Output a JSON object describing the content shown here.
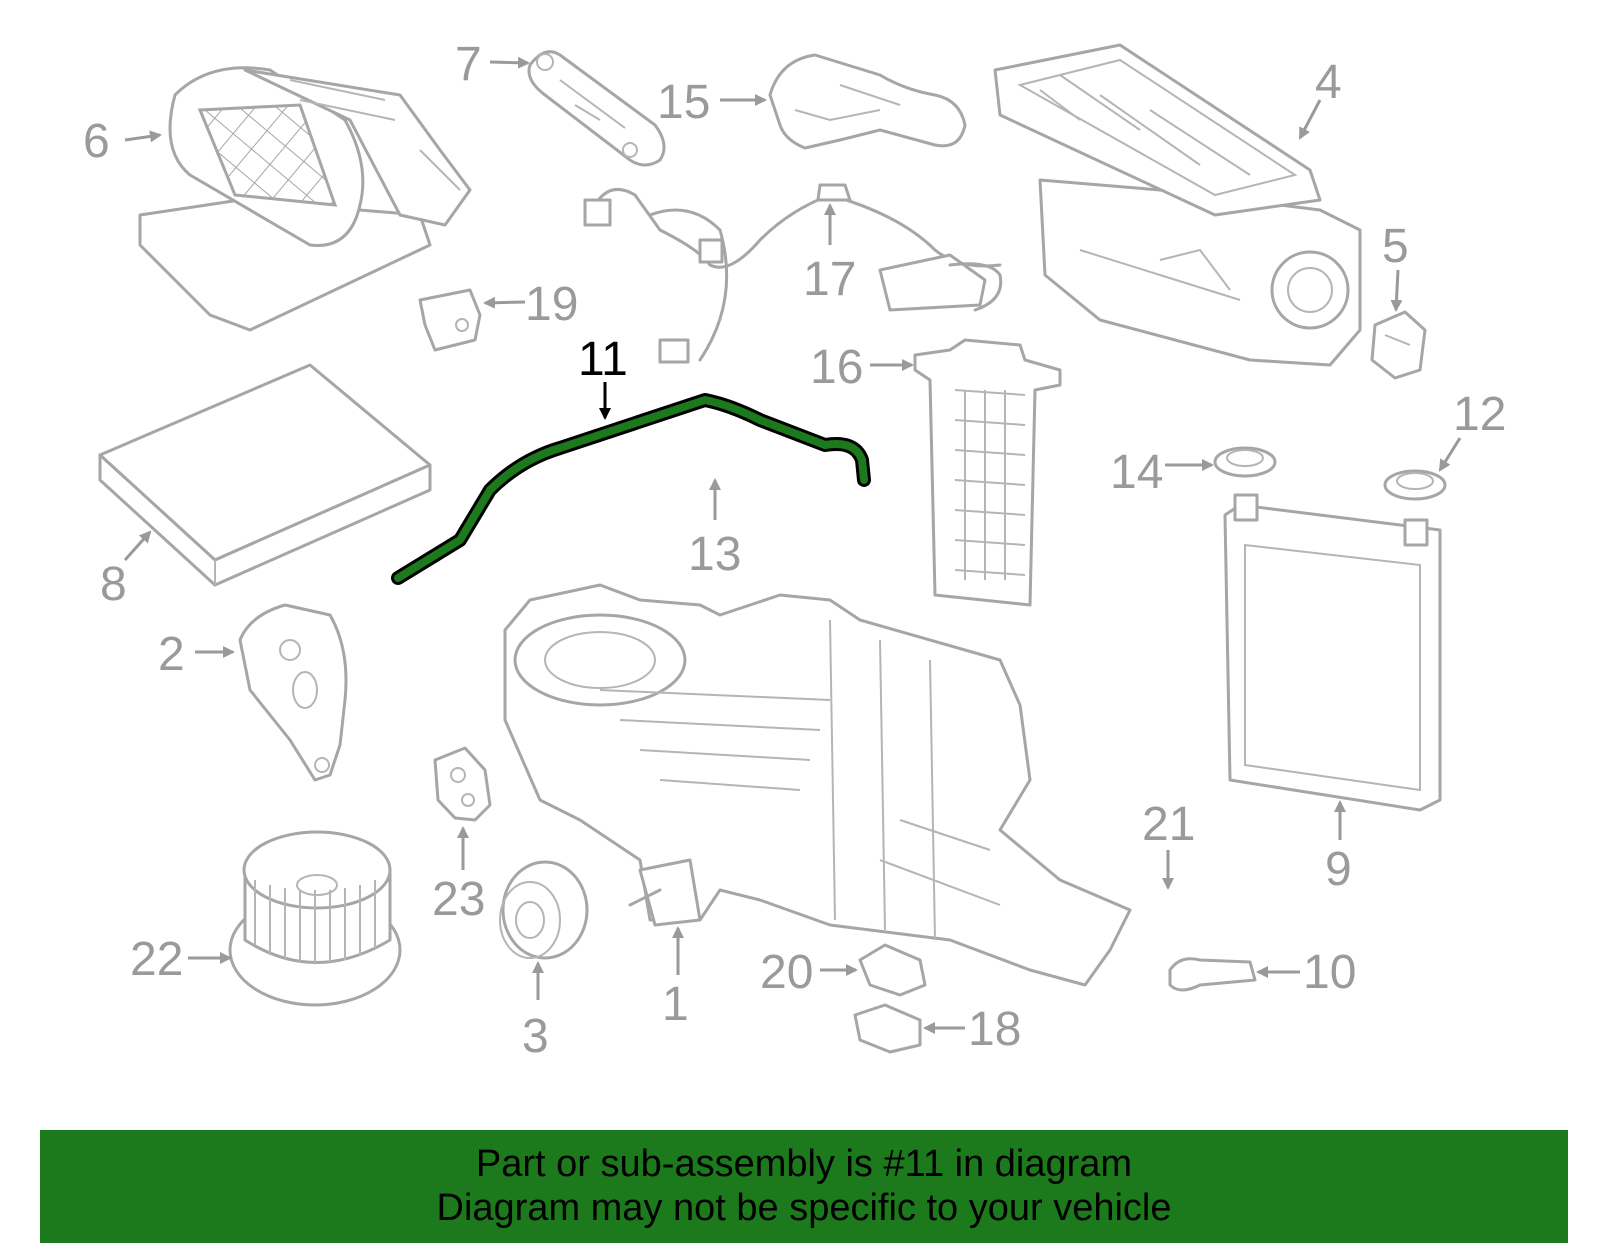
{
  "diagram": {
    "highlight_color": "#1c7a1c",
    "part_color": "#a6a6a6",
    "highlighted_callout": "11",
    "callouts": [
      "1",
      "2",
      "3",
      "4",
      "5",
      "6",
      "7",
      "8",
      "9",
      "10",
      "11",
      "12",
      "13",
      "14",
      "15",
      "16",
      "17",
      "18",
      "19",
      "20",
      "21",
      "22",
      "23"
    ]
  },
  "banner": {
    "line1": "Part or sub-assembly is #11 in diagram",
    "line2": "Diagram may not be specific to your vehicle",
    "background": "#1c7a1c"
  }
}
